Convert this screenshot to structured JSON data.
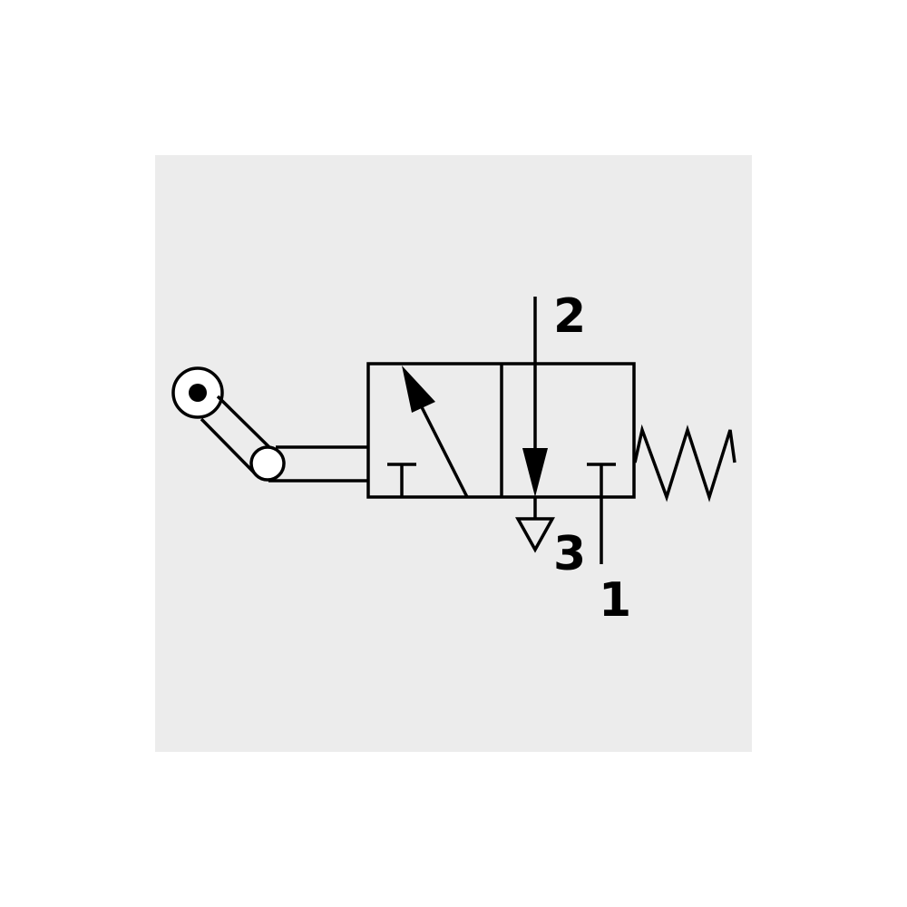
{
  "colors": {
    "page_background": "#ffffff",
    "panel_background": "#ececec",
    "line": "#000000"
  },
  "ports": {
    "port_2": "2",
    "port_3": "3",
    "port_1": "1"
  }
}
